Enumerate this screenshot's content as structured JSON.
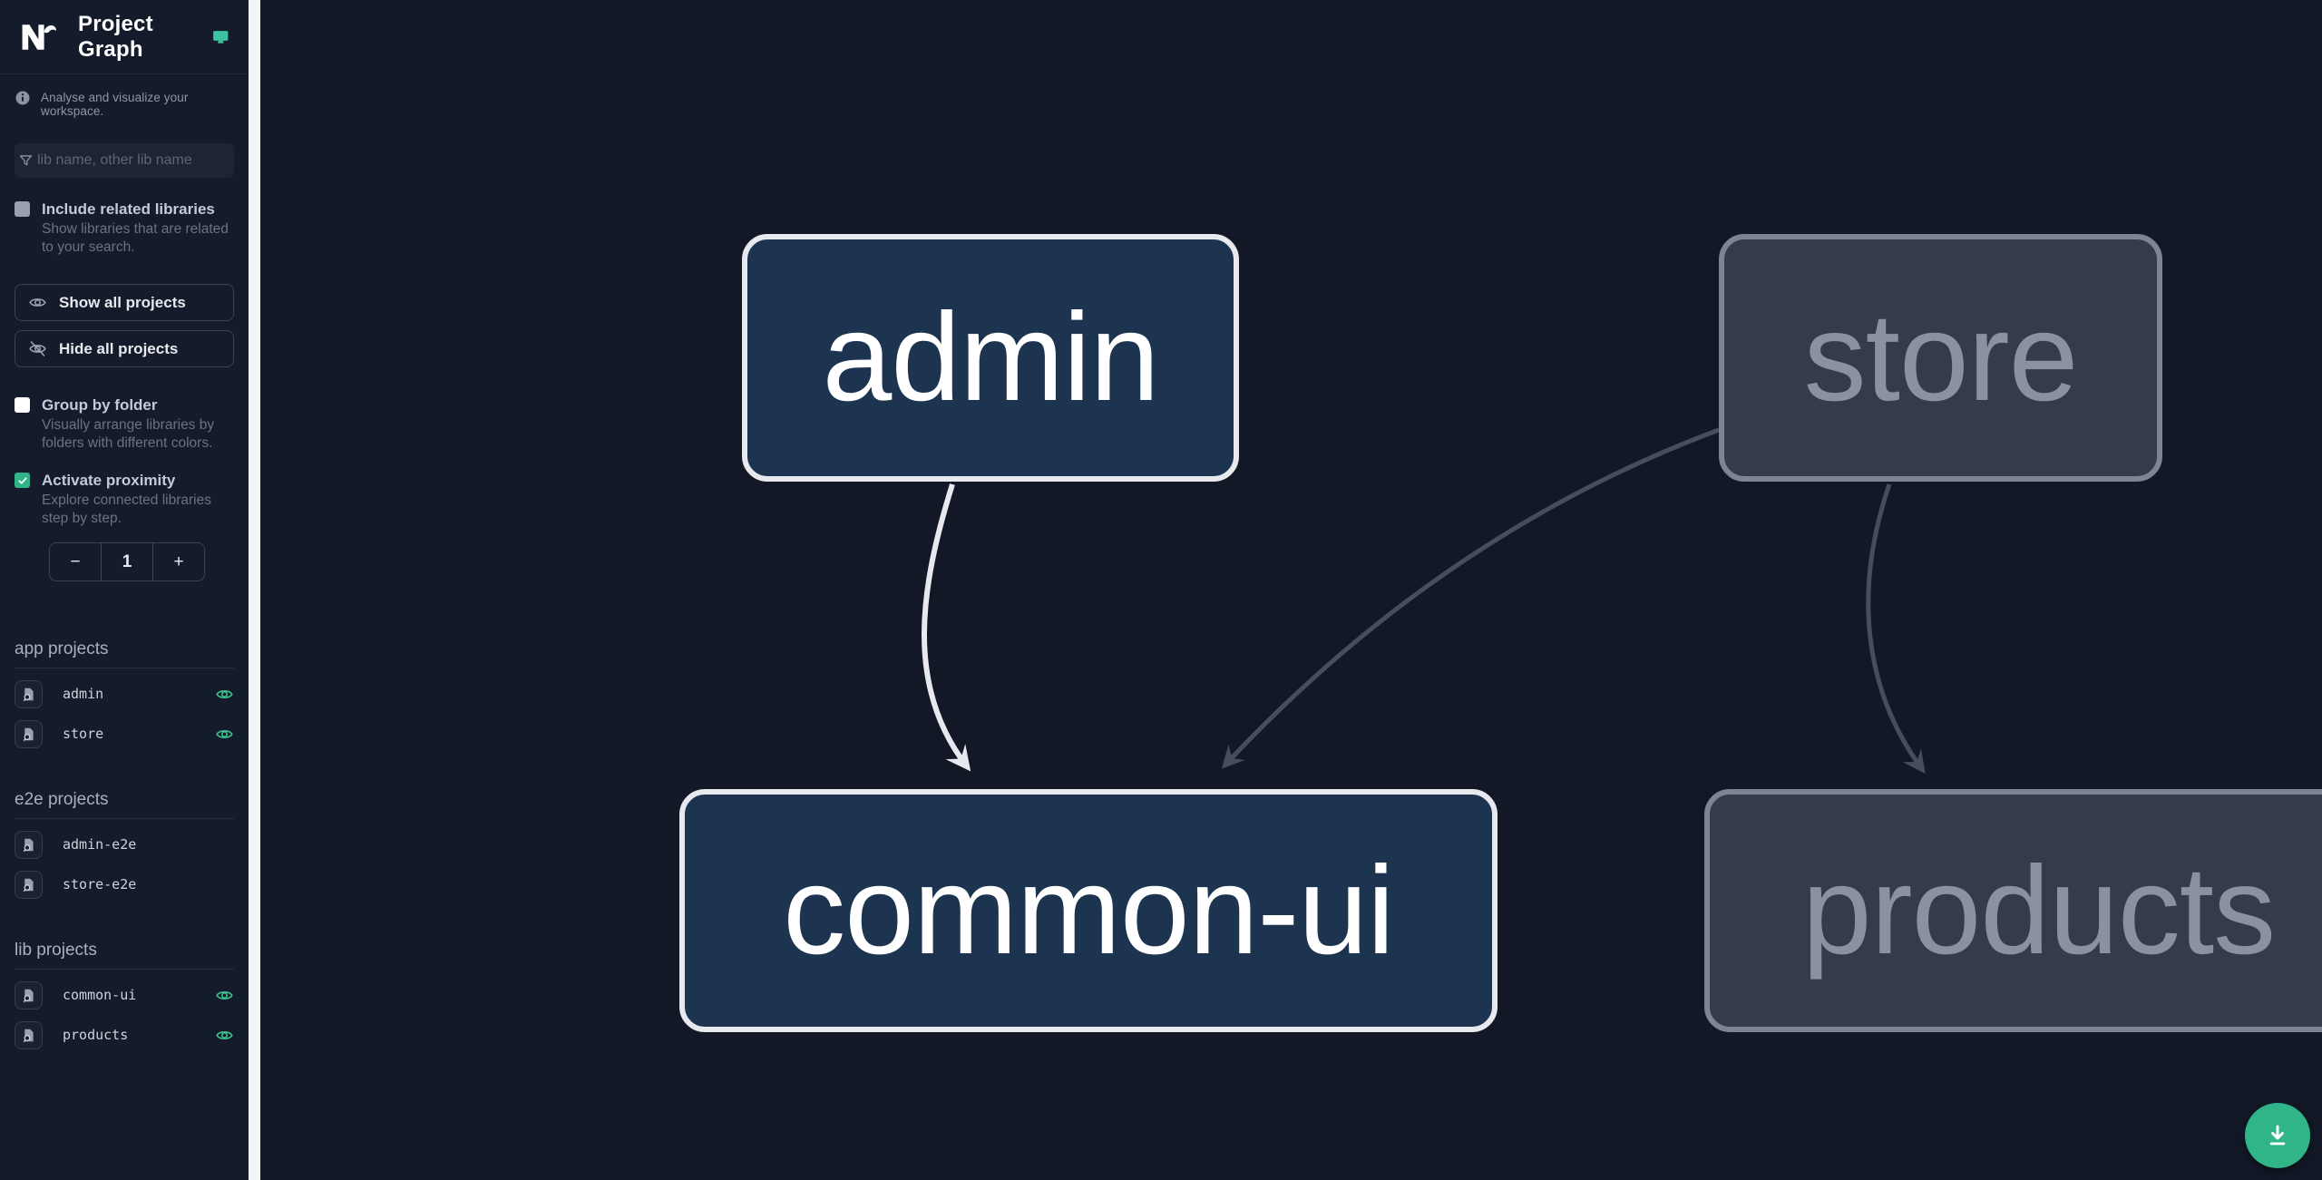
{
  "app": {
    "title": "Project Graph"
  },
  "sidebar": {
    "tagline": "Analyse and visualize your workspace.",
    "filter": {
      "placeholder": "lib name, other lib name"
    },
    "toggles": {
      "include_related": {
        "label": "Include related libraries",
        "description": "Show libraries that are related to your search.",
        "checked": false
      },
      "group_by_folder": {
        "label": "Group by folder",
        "description": "Visually arrange libraries by folders with different colors.",
        "checked": false
      },
      "activate_proximity": {
        "label": "Activate proximity",
        "description": "Explore connected libraries step by step.",
        "checked": true
      }
    },
    "buttons": {
      "show_all": "Show all projects",
      "hide_all": "Hide all projects"
    },
    "proximity_stepper": {
      "decrease": "−",
      "value": "1",
      "increase": "+"
    },
    "sections": [
      {
        "label": "app projects",
        "items": [
          {
            "name": "admin",
            "visible": true
          },
          {
            "name": "store",
            "visible": true
          }
        ]
      },
      {
        "label": "e2e projects",
        "items": [
          {
            "name": "admin-e2e",
            "visible": false
          },
          {
            "name": "store-e2e",
            "visible": false
          }
        ]
      },
      {
        "label": "lib projects",
        "items": [
          {
            "name": "common-ui",
            "visible": true
          },
          {
            "name": "products",
            "visible": true
          }
        ]
      }
    ]
  },
  "graph": {
    "nodes": [
      {
        "id": "admin",
        "label": "admin",
        "style": "focused"
      },
      {
        "id": "store",
        "label": "store",
        "style": "dimmed"
      },
      {
        "id": "common-ui",
        "label": "common-ui",
        "style": "focused"
      },
      {
        "id": "products",
        "label": "products",
        "style": "dimmed"
      }
    ],
    "edges": [
      {
        "from": "admin",
        "to": "common-ui",
        "style": "highlighted"
      },
      {
        "from": "store",
        "to": "common-ui",
        "style": "dimmed"
      },
      {
        "from": "store",
        "to": "products",
        "style": "dimmed"
      }
    ]
  },
  "colors": {
    "accent": "#2fb588",
    "node_focused_bg": "#1d3450",
    "node_focused_border": "#e7e9ee",
    "node_dimmed_bg": "#343b49",
    "node_dimmed_border": "#7d8594",
    "edge_highlight": "#e7e9ee",
    "edge_dimmed": "#454e5e"
  }
}
